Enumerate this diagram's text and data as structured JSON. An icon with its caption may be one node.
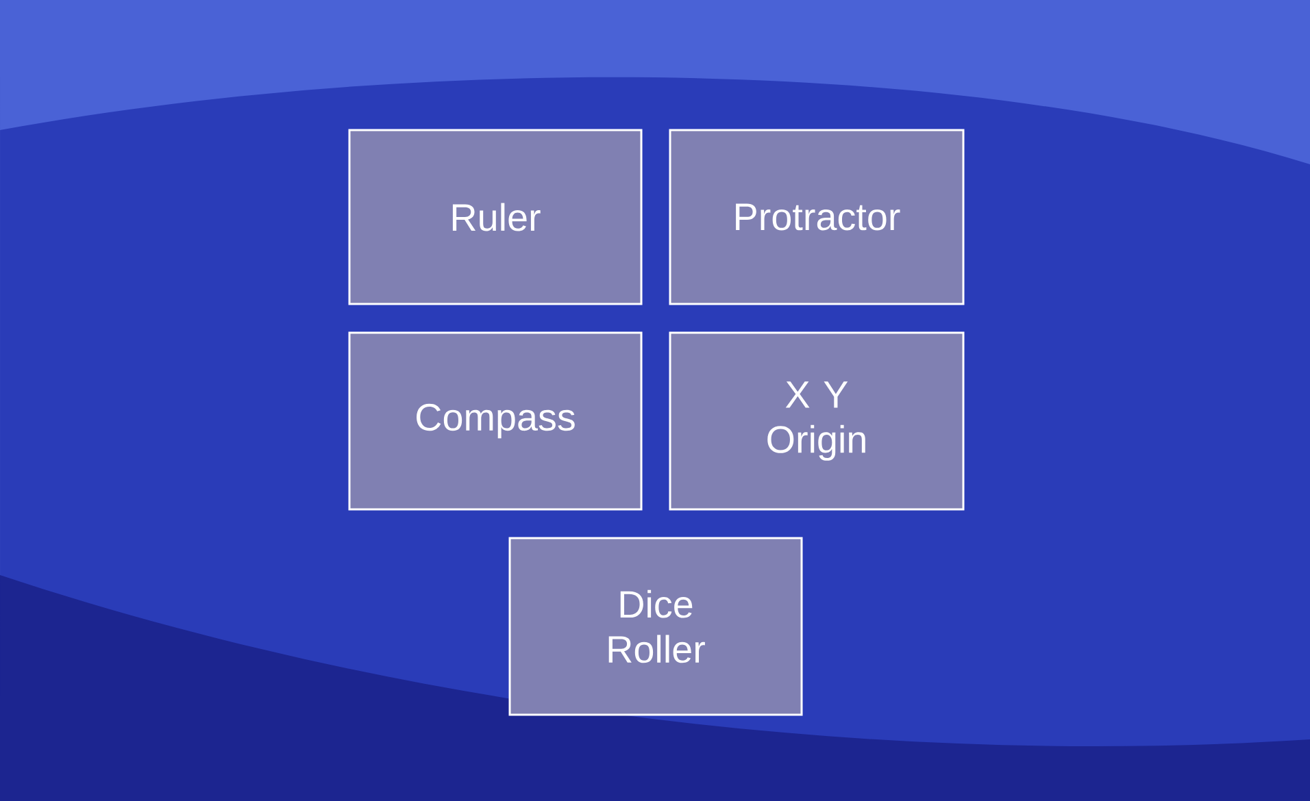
{
  "diagram": {
    "nodes": [
      {
        "text": [
          "Ruler"
        ]
      },
      {
        "text": [
          "Protractor"
        ]
      },
      {
        "text": [
          "Compass"
        ]
      },
      {
        "text": [
          "X Y Origin"
        ]
      },
      {
        "text": [
          "Dice Roller"
        ]
      }
    ]
  }
}
